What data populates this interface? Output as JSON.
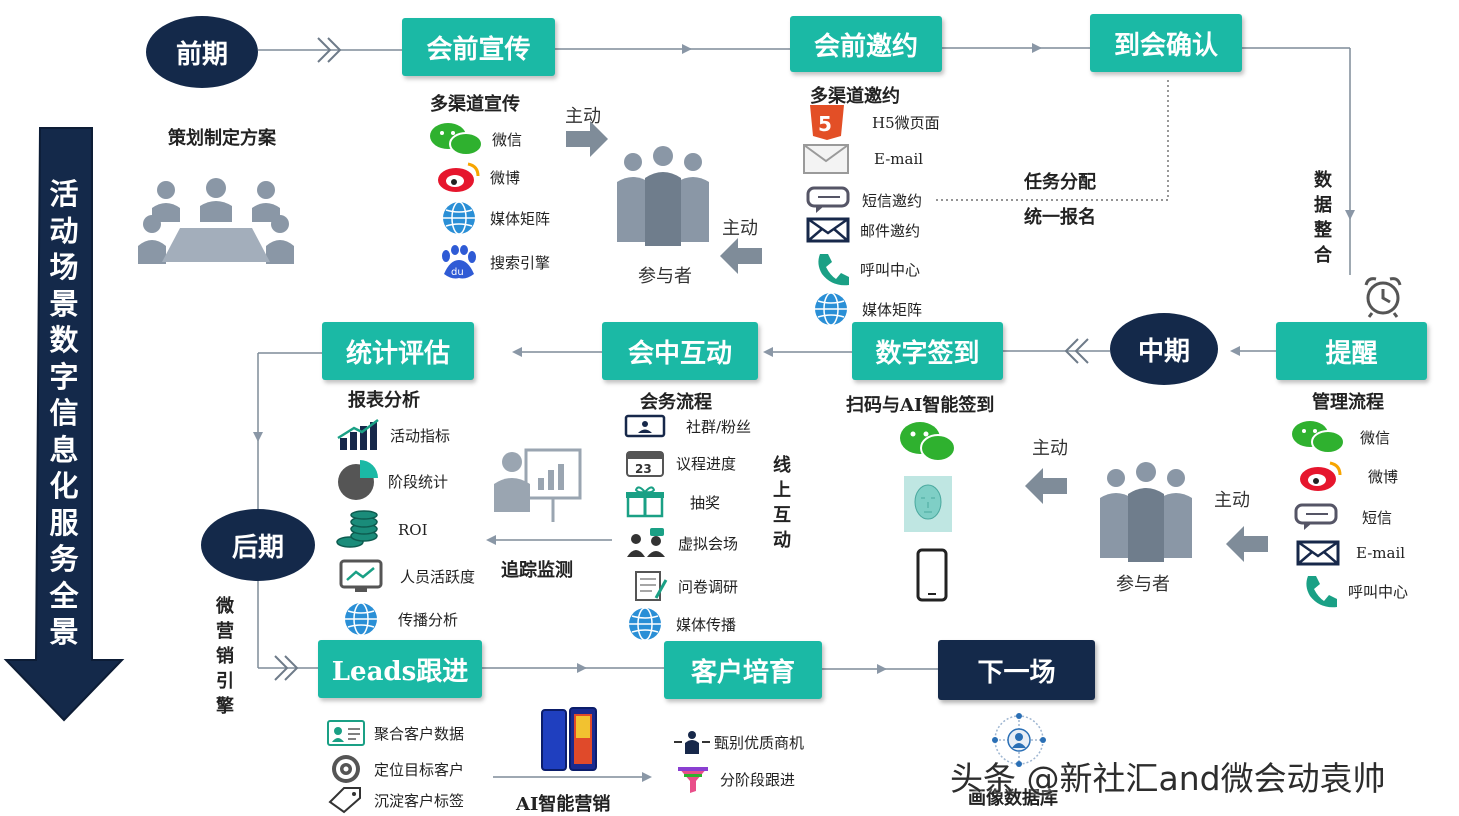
{
  "side_title": "活动场景数字信息化服务全景",
  "phases": {
    "early": "前期",
    "middle": "中期",
    "late": "后期"
  },
  "boxes": {
    "promo": "会前宣传",
    "invite": "会前邀约",
    "confirm": "到会确认",
    "remind": "提醒",
    "checkin": "数字签到",
    "interact": "会中互动",
    "evaluate": "统计评估",
    "leads": "Leads跟进",
    "nurture": "客户培育",
    "next": "下一场"
  },
  "planning": "策划制定方案",
  "promo_section": {
    "title": "多渠道宣传",
    "items": [
      {
        "label": "微信",
        "icon": "wechat-icon"
      },
      {
        "label": "微博",
        "icon": "weibo-icon"
      },
      {
        "label": "媒体矩阵",
        "icon": "globe-icon"
      },
      {
        "label": "搜索引擎",
        "icon": "baidu-icon"
      }
    ]
  },
  "active_label": "主动",
  "participants_label": "参与者",
  "invite_section": {
    "title": "多渠道邀约",
    "items": [
      {
        "label": "H5微页面",
        "icon": "html5-icon"
      },
      {
        "label": "E-mail",
        "icon": "email-icon"
      },
      {
        "label": "短信邀约",
        "icon": "sms-icon"
      },
      {
        "label": "邮件邀约",
        "icon": "envelope-icon"
      },
      {
        "label": "呼叫中心",
        "icon": "phone-icon"
      },
      {
        "label": "媒体矩阵",
        "icon": "globe-icon"
      }
    ]
  },
  "task_labels": [
    "任务分配",
    "统一报名"
  ],
  "data_integration": "数据整合",
  "remind_section": {
    "title": "管理流程",
    "items": [
      {
        "label": "微信",
        "icon": "wechat-icon"
      },
      {
        "label": "微博",
        "icon": "weibo-icon"
      },
      {
        "label": "短信",
        "icon": "sms-icon"
      },
      {
        "label": "E-mail",
        "icon": "envelope-icon"
      },
      {
        "label": "呼叫中心",
        "icon": "phone-icon"
      }
    ]
  },
  "checkin_section": {
    "title": "扫码与AI智能签到"
  },
  "interact_section": {
    "title": "会务流程",
    "items": [
      {
        "label": "社群/粉丝",
        "icon": "community-icon"
      },
      {
        "label": "议程进度",
        "icon": "calendar-icon"
      },
      {
        "label": "抽奖",
        "icon": "gift-icon"
      },
      {
        "label": "虚拟会场",
        "icon": "meeting-icon"
      },
      {
        "label": "问卷调研",
        "icon": "survey-icon"
      },
      {
        "label": "媒体传播",
        "icon": "globe-icon"
      }
    ],
    "online_label": "线上互动"
  },
  "tracking_label": "追踪监测",
  "evaluate_section": {
    "title": "报表分析",
    "items": [
      {
        "label": "活动指标",
        "icon": "bar-chart-icon"
      },
      {
        "label": "阶段统计",
        "icon": "pie-chart-icon"
      },
      {
        "label": "ROI",
        "icon": "coins-icon"
      },
      {
        "label": "人员活跃度",
        "icon": "monitor-icon"
      },
      {
        "label": "传播分析",
        "icon": "globe-icon"
      }
    ]
  },
  "micro_marketing": "微营销引擎",
  "leads_section": {
    "items": [
      {
        "label": "聚合客户数据",
        "icon": "id-card-icon"
      },
      {
        "label": "定位目标客户",
        "icon": "target-icon"
      },
      {
        "label": "沉淀客户标签",
        "icon": "tag-icon"
      }
    ]
  },
  "ai_marketing": "AI智能营销",
  "nurture_section": {
    "items": [
      {
        "label": "甄别优质商机",
        "icon": "person-filter-icon"
      },
      {
        "label": "分阶段跟进",
        "icon": "funnel-icon"
      }
    ]
  },
  "portrait_db": "画像数据库",
  "watermark": "头条 @新社汇and微会动袁帅",
  "colors": {
    "teal": "#1bb9a5",
    "navy": "#14294a",
    "gray": "#8a97a6"
  }
}
